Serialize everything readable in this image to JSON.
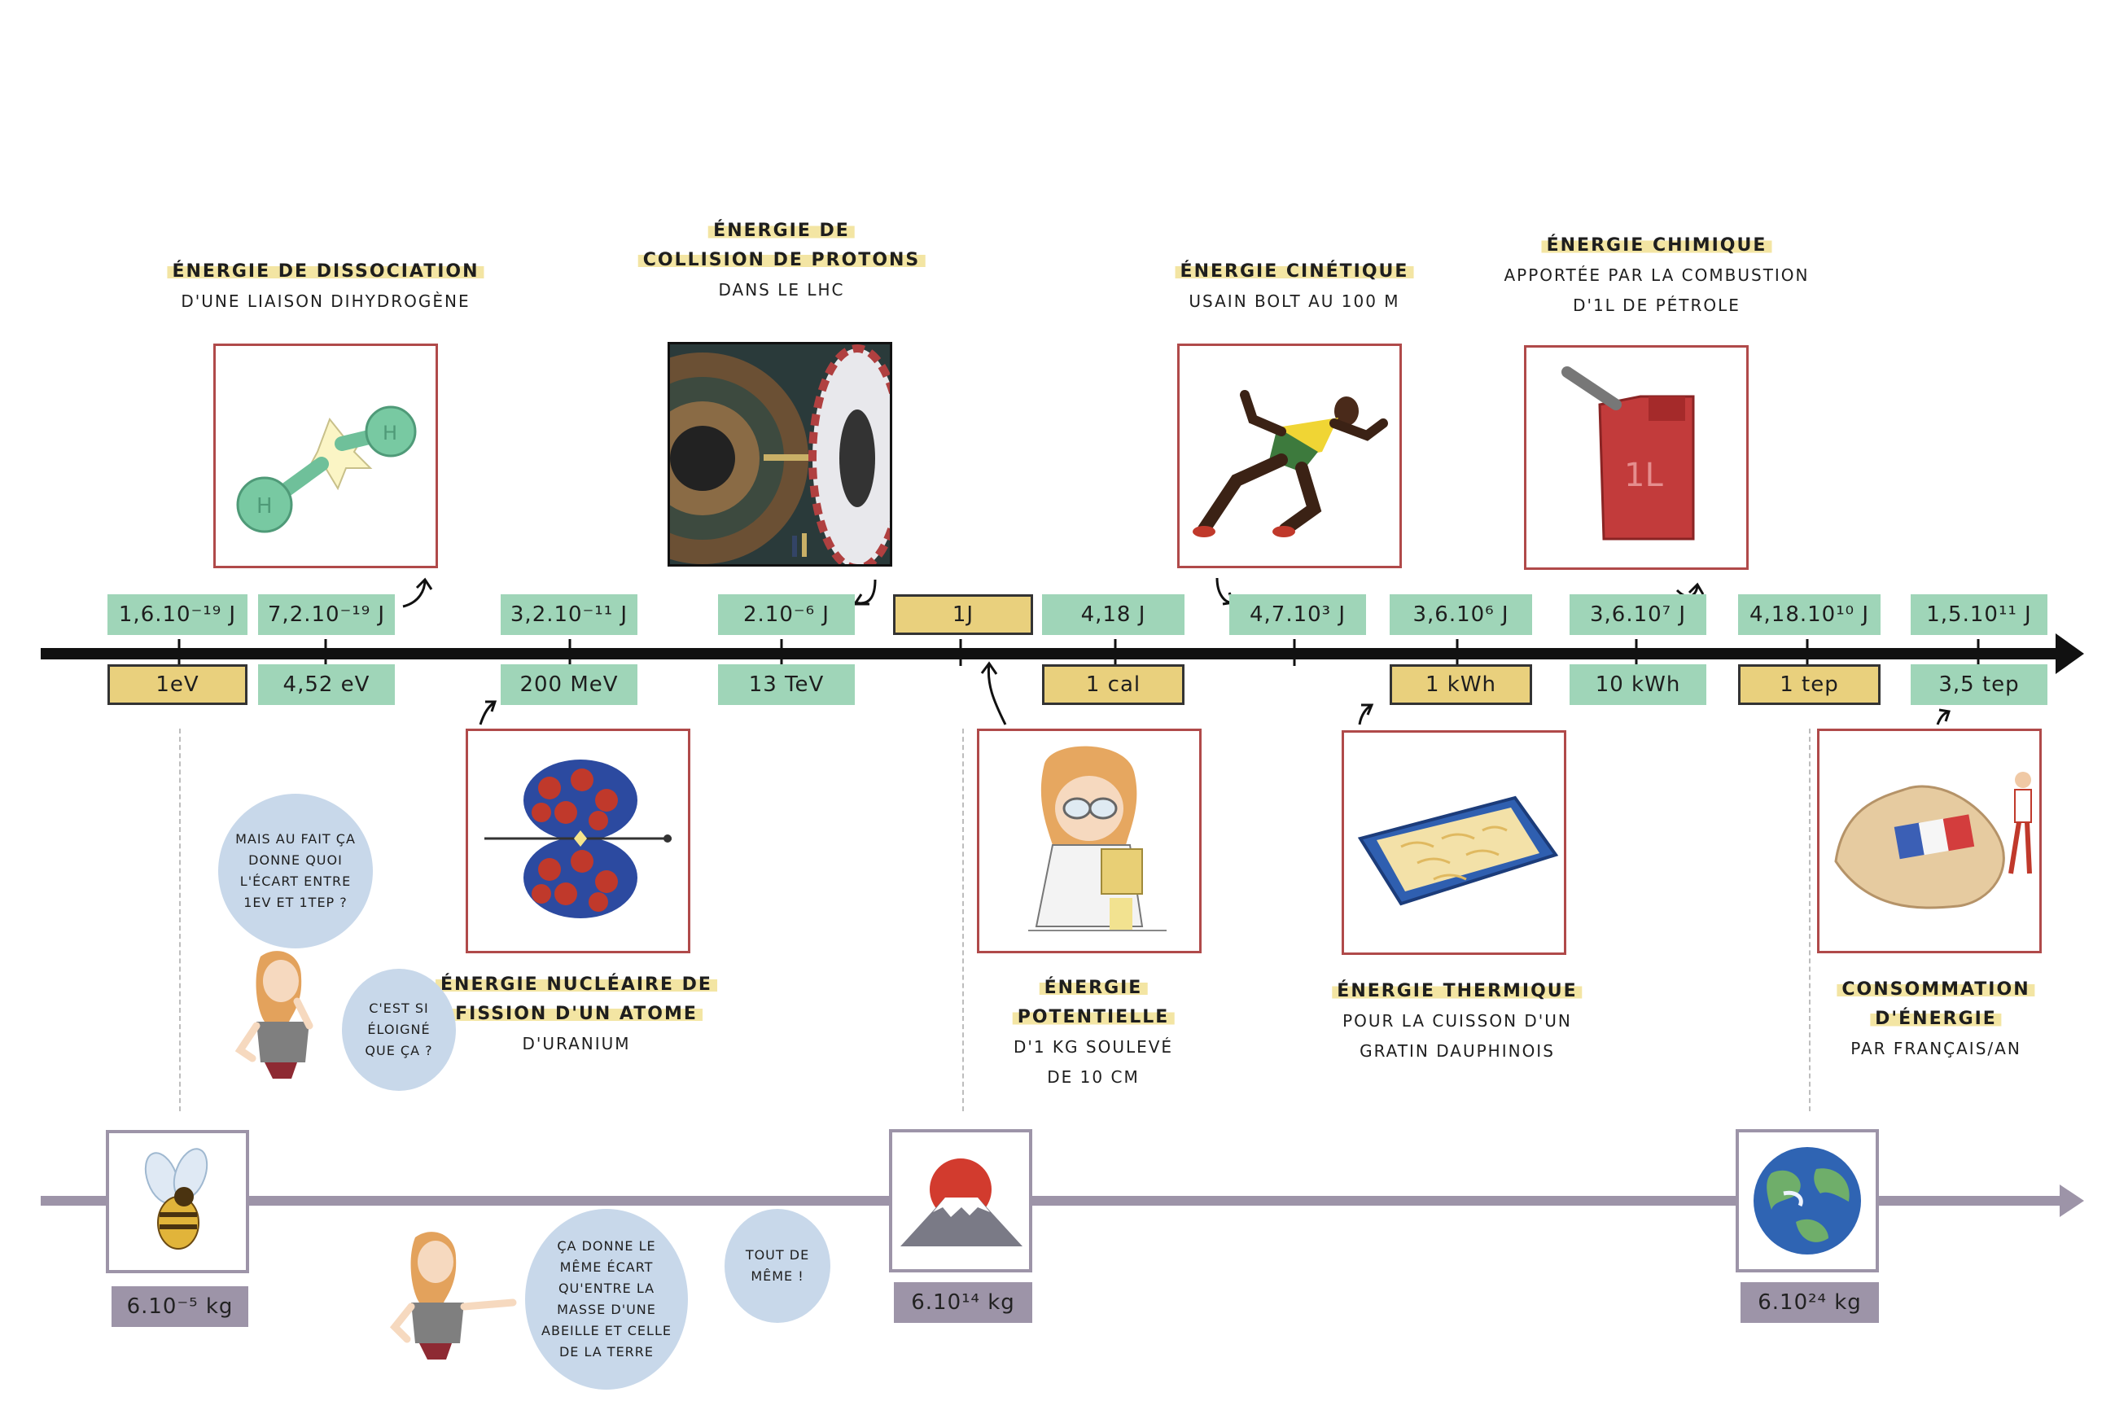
{
  "top_events": [
    {
      "id": "dissociation",
      "title": "Énergie de dissociation",
      "sub": "d'une liaison dihydrogène",
      "joule": "1,6.10⁻¹⁹ J",
      "unit": "1eV",
      "unit2_joule": "7,2.10⁻¹⁹ J",
      "unit2": "4,52 eV"
    },
    {
      "id": "lhc",
      "title": "Énergie de",
      "title2": "collision de protons",
      "sub": "dans le LHC",
      "joule": "2.10⁻⁶ J",
      "unit": "13 TeV"
    },
    {
      "id": "kinetic",
      "title": "Énergie cinétique",
      "sub": "Usain Bolt au 100 m",
      "joule": "4,7.10³ J"
    },
    {
      "id": "chemical",
      "title": "Énergie chimique",
      "sub": "apportée par la combustion",
      "sub2": "d'1L de pétrole",
      "joule": "3,6.10⁷ J",
      "unit": "10 kWh"
    }
  ],
  "bottom_events": [
    {
      "id": "nuclear",
      "title": "Énergie nucléaire de",
      "title2": "fission d'un atome",
      "sub": "d'uranium",
      "joule": "3,2.10⁻¹¹ J",
      "unit": "200 MeV"
    },
    {
      "id": "potential",
      "title": "Énergie",
      "title2": "potentielle",
      "sub": "d'1 kg soulevé",
      "sub2": "de 10 cm",
      "joule": "1J",
      "joule2": "4,18 J",
      "unit": "1 cal"
    },
    {
      "id": "thermal",
      "title": "Énergie thermique",
      "sub": "pour la cuisson d'un",
      "sub2": "gratin dauphinois",
      "joule": "3,6.10⁶ J",
      "unit": "1 kWh"
    },
    {
      "id": "consumption",
      "title": "Consommation",
      "title2": "d'énergie",
      "sub": "par français/an",
      "joule": "4,18.10¹⁰ J",
      "unit": "1 tep",
      "joule2": "1,5.10¹¹ J",
      "unit2": "3,5 tep"
    }
  ],
  "bubbles": {
    "q1": "Mais au fait ça donne quoi l'écart entre 1eV et 1tep ?",
    "q2": "C'est si éloigné que ça ?",
    "a1": "ça donne le même écart qu'entre la masse d'une abeille et celle de la Terre",
    "a2": "Tout de même !"
  },
  "masses": {
    "bee": "6.10⁻⁵ kg",
    "fuji": "6.10¹⁴ kg",
    "earth": "6.10²⁴ kg"
  },
  "colors": {
    "green": "#9fd5b8",
    "yellow": "#e9d07d",
    "frame": "#b04a4a",
    "gray": "#9d94a8",
    "bubble": "#c8d8ea"
  },
  "icons": [
    "hydrogen-molecule-icon",
    "lhc-detector-icon",
    "sprinter-icon",
    "jerrycan-icon",
    "uranium-nucleus-icon",
    "scientist-icon",
    "gratin-dish-icon",
    "france-map-icon",
    "bee-icon",
    "mount-fuji-icon",
    "earth-icon",
    "character-icon"
  ]
}
